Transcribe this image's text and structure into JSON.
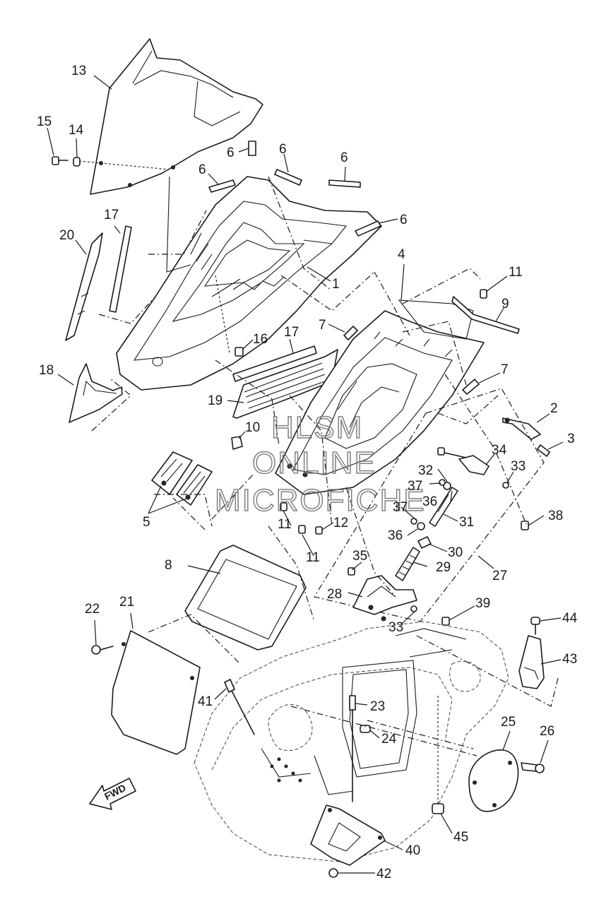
{
  "watermark": [
    "HLSM",
    "ONLINE",
    "MICROFICHE"
  ],
  "direction_arrow": "FWD",
  "callouts": {
    "c1": "1",
    "c2": "2",
    "c3": "3",
    "c4": "4",
    "c5": "5",
    "c6a": "6",
    "c6b": "6",
    "c6c": "6",
    "c6d": "6",
    "c6e": "6",
    "c7a": "7",
    "c7b": "7",
    "c8": "8",
    "c9": "9",
    "c10": "10",
    "c11a": "11",
    "c11b": "11",
    "c11c": "11",
    "c12": "12",
    "c13": "13",
    "c14": "14",
    "c15": "15",
    "c16": "16",
    "c17a": "17",
    "c17b": "17",
    "c18": "18",
    "c19": "19",
    "c20": "20",
    "c21": "21",
    "c22": "22",
    "c23": "23",
    "c24": "24",
    "c25": "25",
    "c26": "26",
    "c27": "27",
    "c28": "28",
    "c29": "29",
    "c30": "30",
    "c31": "31",
    "c32": "32",
    "c33a": "33",
    "c33b": "33",
    "c34": "34",
    "c35": "35",
    "c36a": "36",
    "c36b": "36",
    "c37a": "37",
    "c37b": "37",
    "c38": "38",
    "c39": "39",
    "c40": "40",
    "c41": "41",
    "c42": "42",
    "c43": "43",
    "c44": "44",
    "c45": "45"
  }
}
